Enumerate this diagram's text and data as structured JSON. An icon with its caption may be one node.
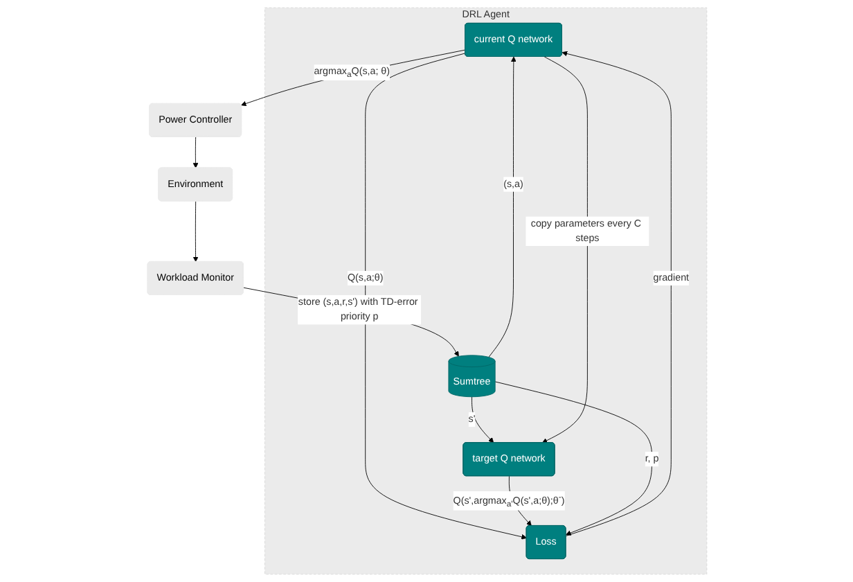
{
  "diagram": {
    "nodes": [
      {
        "text": [
          "DRL Agent"
        ]
      },
      {
        "text": [
          "current Q network"
        ],
        "in": 0
      },
      {
        "text": [
          "target Q network"
        ],
        "in": 0
      },
      {
        "text": [
          "Sumtree"
        ],
        "in": 0
      },
      {
        "text": [
          "Loss"
        ],
        "in": 0
      },
      {
        "text": [
          "Workload Monitor"
        ]
      },
      {
        "text": [
          "Environment"
        ]
      },
      {
        "text": [
          "Power Controller"
        ]
      }
    ],
    "edges": [
      {
        "from": 3,
        "to": 1,
        "arrow": "to",
        "label": "(s,a)"
      },
      {
        "from": 3,
        "to": 2,
        "arrow": "to",
        "label": "s'"
      },
      {
        "from": 1,
        "to": 2,
        "arrow": "to",
        "label": "copy parameters every C steps"
      },
      {
        "from": 1,
        "to": 7,
        "arrow": "to",
        "label": "argmax$_{a}$Q(s,a; θ)"
      },
      {
        "from": 4,
        "to": 1,
        "arrow": "to",
        "label": "gradient"
      },
      {
        "from": 1,
        "to": 4,
        "arrow": "to",
        "label": "Q(s,a;θ)"
      },
      {
        "from": 2,
        "to": 4,
        "arrow": "to",
        "label": "Q(s',argmax$_{a'}$Q(s',a;θ);θ$^{-}$)"
      },
      {
        "from": 3,
        "to": 4,
        "arrow": "to",
        "label": "r, p"
      },
      {
        "from": 5,
        "to": 3,
        "arrow": "to",
        "label": "store (s,a,r,s') with TD-error priority p"
      },
      {
        "from": 7,
        "to": 6,
        "arrow": "to"
      },
      {
        "from": 6,
        "to": 5,
        "arrow": "to"
      }
    ]
  }
}
